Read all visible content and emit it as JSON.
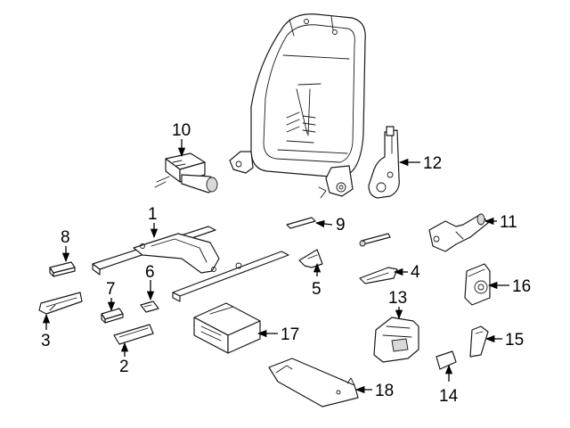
{
  "diagram": {
    "callouts": [
      {
        "label": "1"
      },
      {
        "label": "2"
      },
      {
        "label": "3"
      },
      {
        "label": "4"
      },
      {
        "label": "5"
      },
      {
        "label": "6"
      },
      {
        "label": "7"
      },
      {
        "label": "8"
      },
      {
        "label": "9"
      },
      {
        "label": "10"
      },
      {
        "label": "11"
      },
      {
        "label": "12"
      },
      {
        "label": "13"
      },
      {
        "label": "14"
      },
      {
        "label": "15"
      },
      {
        "label": "16"
      },
      {
        "label": "17"
      },
      {
        "label": "18"
      }
    ],
    "colors": {
      "line": "#1a1a1a",
      "fill": "#ffffff",
      "shade": "#d9d9d9"
    }
  }
}
